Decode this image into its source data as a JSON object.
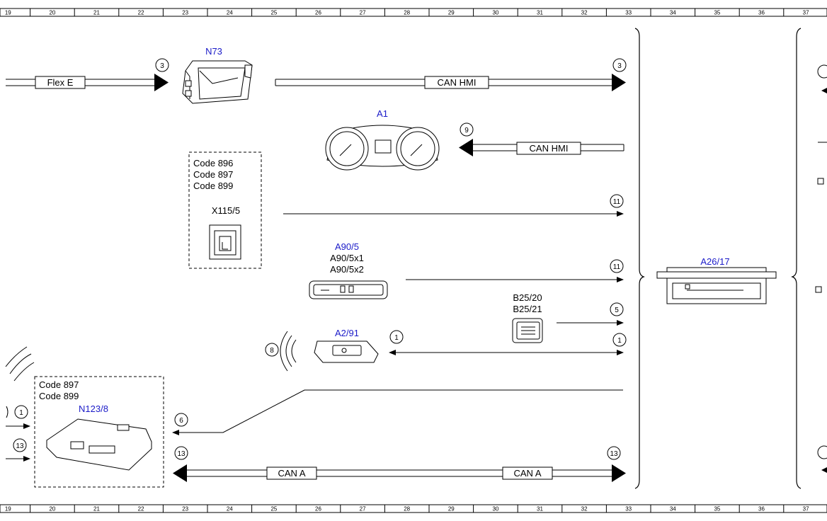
{
  "ruler": {
    "columns": [
      "19",
      "20",
      "21",
      "22",
      "23",
      "24",
      "25",
      "26",
      "27",
      "28",
      "29",
      "30",
      "31",
      "32",
      "33",
      "34",
      "35",
      "36",
      "37"
    ]
  },
  "components": {
    "n73": "N73",
    "a1": "A1",
    "a90_5": "A90/5",
    "a90_5x1": "A90/5x1",
    "a90_5x2": "A90/5x2",
    "a2_91": "A2/91",
    "a26_17": "A26/17",
    "n123_8": "N123/8",
    "x115_5": "X115/5",
    "b25_20": "B25/20",
    "b25_21": "B25/21"
  },
  "code_boxes": {
    "x115_box": [
      "Code 896",
      "Code 897",
      "Code 899"
    ],
    "n123_box": [
      "Code 897",
      "Code 899"
    ]
  },
  "wire_labels": {
    "flex_e": "Flex E",
    "can_hmi_top": "CAN HMI",
    "can_hmi_a1": "CAN HMI",
    "can_a_left": "CAN A",
    "can_a_right": "CAN A"
  },
  "markers": {
    "flex_e": "3",
    "can_hmi_top": "3",
    "a1_can": "9",
    "x115": "11",
    "a90": "11",
    "b25": "5",
    "a2_left": "1",
    "a2_right": "1",
    "a2_wireless": "8",
    "n123_in1": "1",
    "n123_in2": "13",
    "n123_out": "6",
    "can_a_left": "13",
    "can_a_right": "13"
  }
}
